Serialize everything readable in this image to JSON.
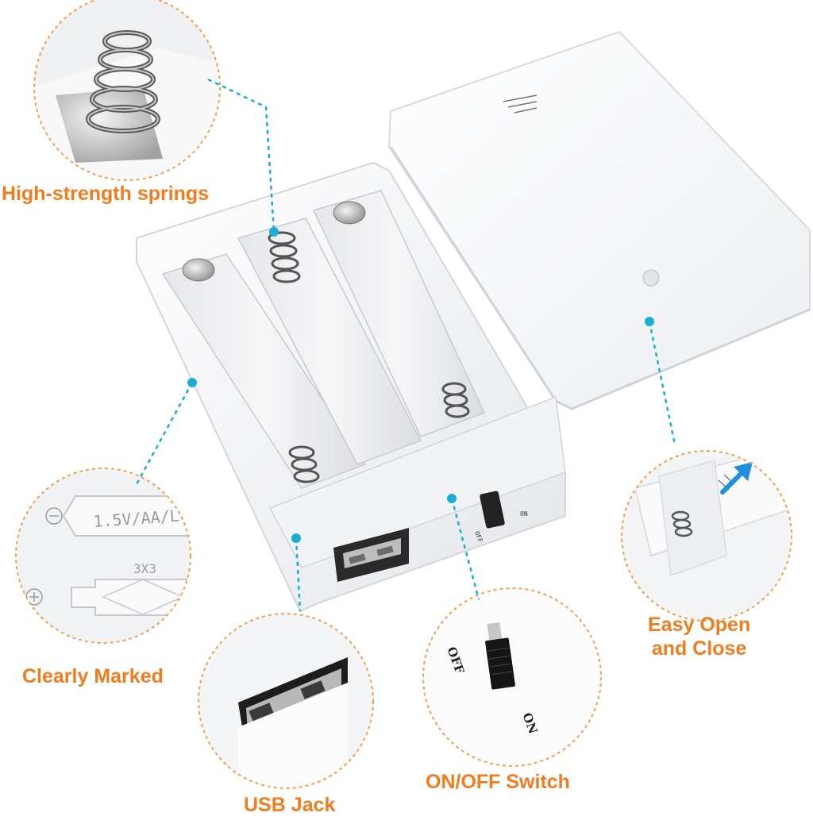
{
  "labels": {
    "springs": "High-strength springs",
    "clearly_marked": "Clearly Marked",
    "usb_jack": "USB Jack",
    "switch": "ON/OFF Switch",
    "easy_open_line1": "Easy Open",
    "easy_open_line2": "and Close"
  },
  "product_markings": {
    "battery_spec": "1.5V/AA/L",
    "battery_count": "3X3",
    "switch_off": "OFF",
    "switch_on": "ON"
  },
  "colors": {
    "label_orange": "#f07c1e",
    "circle_border_orange": "#f0a050",
    "callout_cyan": "#1aaed4",
    "arrow_blue": "#1f8fe0",
    "case_white": "#f7f7f8"
  }
}
